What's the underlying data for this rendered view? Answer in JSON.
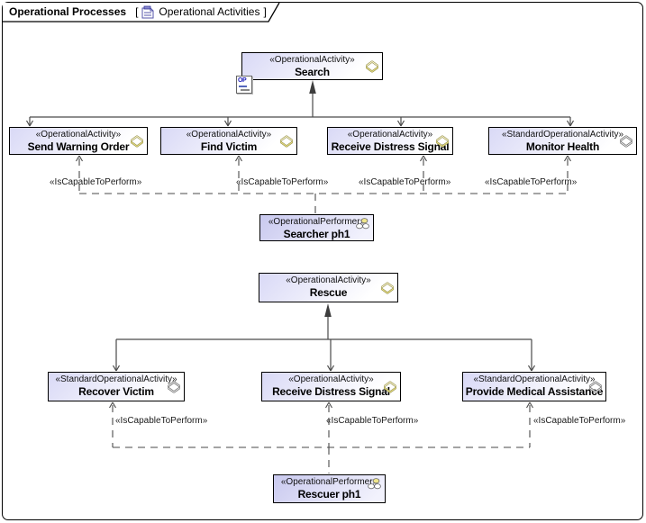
{
  "frame": {
    "title": "Operational Processes",
    "bracket_open": "[",
    "bracket_close": "]",
    "diagram_name": "Operational Activities"
  },
  "connector_label": "«IsCapableToPerform»",
  "nodes": {
    "search": {
      "stereotype": "«OperationalActivity»",
      "name": "Search"
    },
    "send_warning_order": {
      "stereotype": "«OperationalActivity»",
      "name": "Send Warning Order"
    },
    "find_victim": {
      "stereotype": "«OperationalActivity»",
      "name": "Find Victim"
    },
    "receive_distress_signal_1": {
      "stereotype": "«OperationalActivity»",
      "name": "Receive Distress Signal"
    },
    "monitor_health": {
      "stereotype": "«StandardOperationalActivity»",
      "name": "Monitor Health"
    },
    "searcher": {
      "stereotype": "«OperationalPerformer»",
      "name": "Searcher ph1"
    },
    "rescue": {
      "stereotype": "«OperationalActivity»",
      "name": "Rescue"
    },
    "recover_victim": {
      "stereotype": "«StandardOperationalActivity»",
      "name": "Recover Victim"
    },
    "receive_distress_signal_2": {
      "stereotype": "«OperationalActivity»",
      "name": "Receive Distress Signal"
    },
    "provide_medical_assistance": {
      "stereotype": "«StandardOperationalActivity»",
      "name": "Provide Medical Assistance"
    },
    "rescuer": {
      "stereotype": "«OperationalPerformer»",
      "name": "Rescuer ph1"
    }
  },
  "icons": {
    "op_badge": "OP",
    "operational_activity_icon": "double-chevron-filled-yellow",
    "standard_operational_activity_icon": "double-chevron-outline",
    "operational_performer_icon": "three-node-cluster",
    "diagram_tab_icon": "diagram-page"
  },
  "colors": {
    "activity_fill_start": "#d9d9f6",
    "activity_fill_end": "#ffffff",
    "performer_fill_start": "#c9c9ef",
    "performer_fill_end": "#f2f2fd",
    "chevron_fill": "#e9e083",
    "chevron_fill_light": "#fdf8d2",
    "line": "#4a4a4a",
    "border": "#000000",
    "op_icon_text": "#2222bb"
  }
}
